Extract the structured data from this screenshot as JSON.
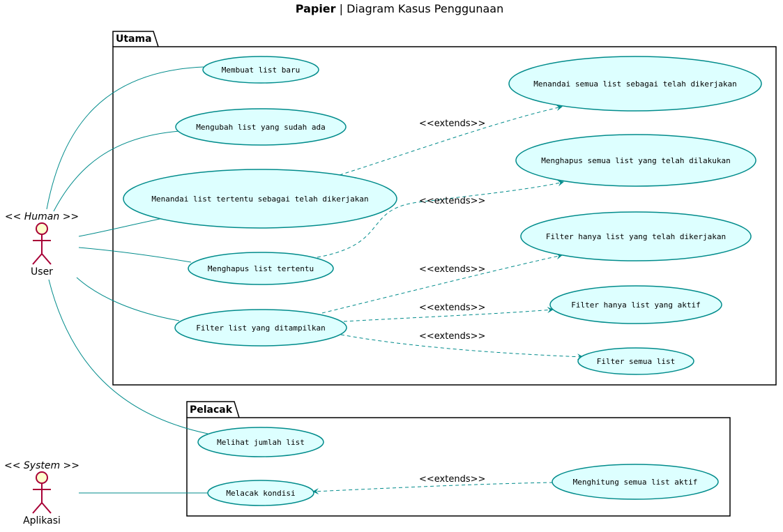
{
  "title": {
    "bold": "Papier",
    "rest": " | Diagram Kasus Penggunaan"
  },
  "colors": {
    "usecase_fill": "#DDFFFF",
    "usecase_stroke": "#008B8B",
    "link": "#008B8B",
    "actor_fill": "#FEFECE",
    "actor_stroke": "#A80036"
  },
  "packages": [
    {
      "id": "utama",
      "label": "Utama"
    },
    {
      "id": "pelacak",
      "label": "Pelacak"
    }
  ],
  "actors": [
    {
      "id": "user",
      "stereotype": "<< Human >>",
      "name": "User"
    },
    {
      "id": "aplikasi",
      "stereotype": "<< System >>",
      "name": "Aplikasi"
    }
  ],
  "usecases": [
    {
      "id": "uc1",
      "label": "Membuat list baru"
    },
    {
      "id": "uc2",
      "label": "Mengubah list yang sudah ada"
    },
    {
      "id": "uc3",
      "label": "Menandai list tertentu sebagai telah dikerjakan"
    },
    {
      "id": "uc4",
      "label": "Menghapus list tertentu"
    },
    {
      "id": "uc5",
      "label": "Filter list yang ditampilkan"
    },
    {
      "id": "uc6",
      "label": "Menandai semua list sebagai telah dikerjakan"
    },
    {
      "id": "uc7",
      "label": "Menghapus semua list yang telah dilakukan"
    },
    {
      "id": "uc8",
      "label": "Filter hanya list yang telah dikerjakan"
    },
    {
      "id": "uc9",
      "label": "Filter hanya list yang aktif"
    },
    {
      "id": "uc10",
      "label": "Filter semua list"
    },
    {
      "id": "uc11",
      "label": "Melihat jumlah list"
    },
    {
      "id": "uc12",
      "label": "Melacak kondisi"
    },
    {
      "id": "uc13",
      "label": "Menghitung semua list aktif"
    }
  ],
  "associations": [
    {
      "from": "user",
      "to": "uc1"
    },
    {
      "from": "user",
      "to": "uc2"
    },
    {
      "from": "user",
      "to": "uc3"
    },
    {
      "from": "user",
      "to": "uc4"
    },
    {
      "from": "user",
      "to": "uc5"
    },
    {
      "from": "user",
      "to": "uc11"
    },
    {
      "from": "aplikasi",
      "to": "uc12"
    }
  ],
  "extends": [
    {
      "from": "uc3",
      "to": "uc6",
      "label": "<<extends>>"
    },
    {
      "from": "uc4",
      "to": "uc7",
      "label": "<<extends>>"
    },
    {
      "from": "uc5",
      "to": "uc8",
      "label": "<<extends>>"
    },
    {
      "from": "uc5",
      "to": "uc9",
      "label": "<<extends>>"
    },
    {
      "from": "uc5",
      "to": "uc10",
      "label": "<<extends>>"
    },
    {
      "from": "uc13",
      "to": "uc12",
      "label": "<<extends>>"
    }
  ]
}
